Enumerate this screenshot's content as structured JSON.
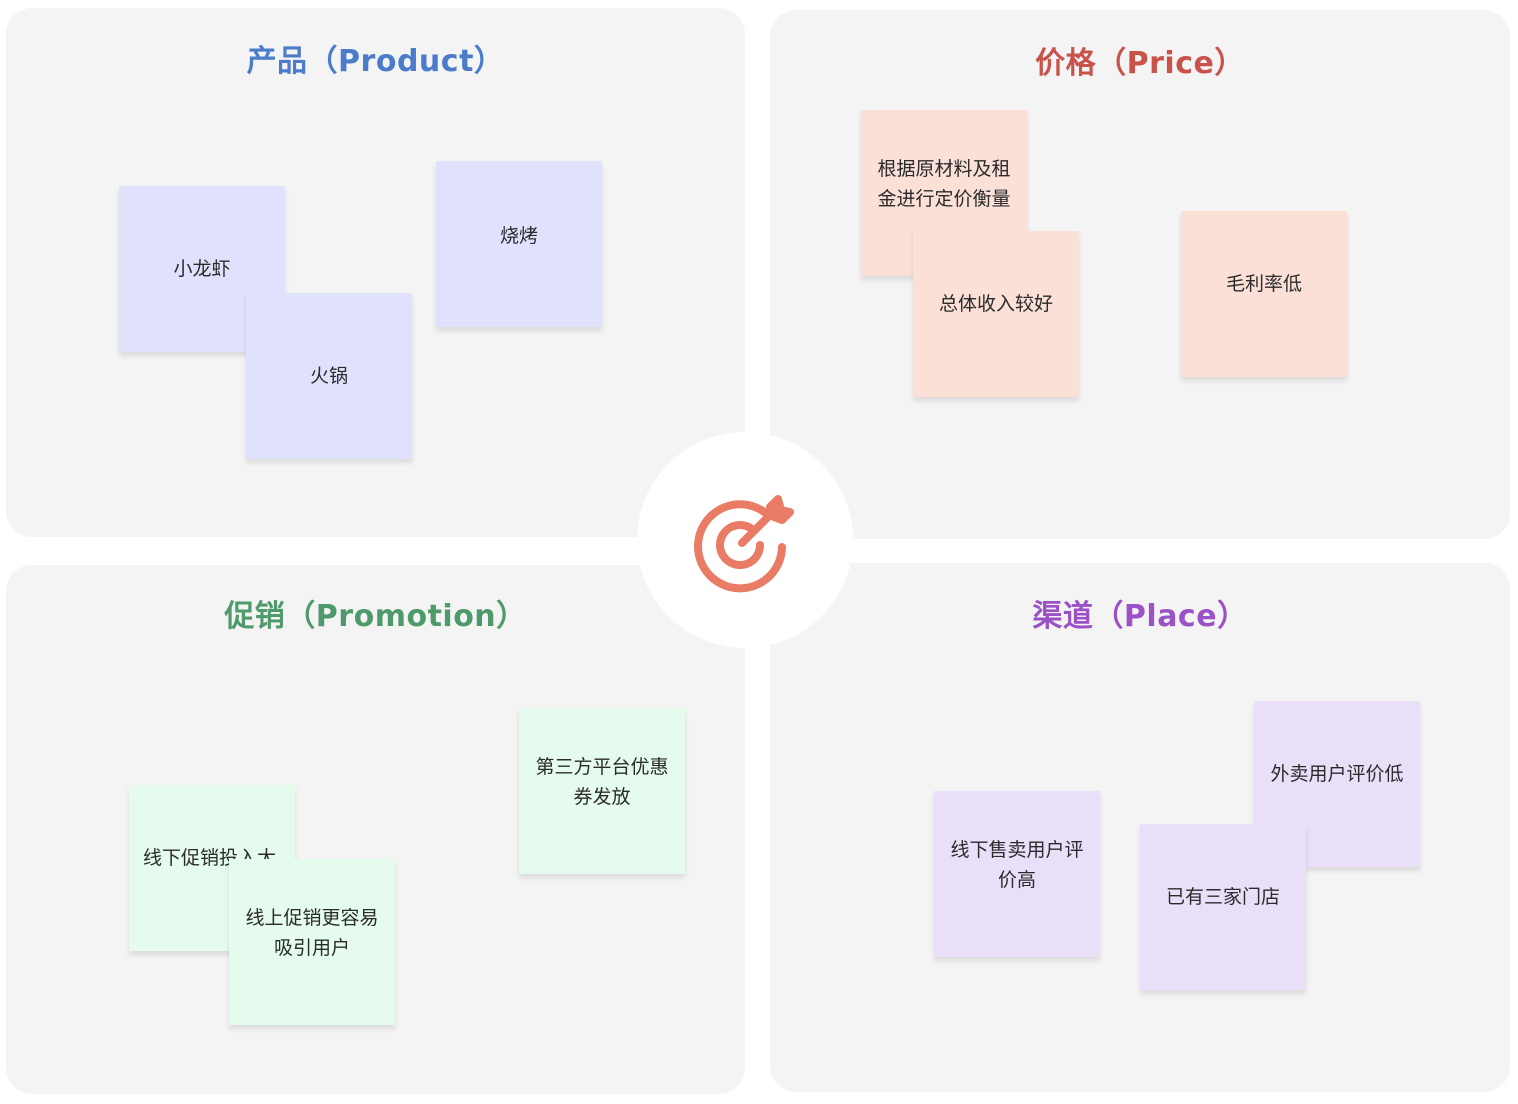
{
  "colors": {
    "quadrant_bg": "#f4f4f4",
    "product_title": "#4a7cc9",
    "price_title": "#c9534b",
    "promotion_title": "#4f9a6a",
    "place_title": "#9a52c6",
    "product_note": "#e0e1fd",
    "price_note": "#fbe0d8",
    "promotion_note": "#e5fbee",
    "place_note": "#eadff9",
    "target_icon": "#ea7c66"
  },
  "product": {
    "title": "产品（Product）",
    "notes": [
      "小龙虾",
      "火锅",
      "烧烤"
    ]
  },
  "price": {
    "title": "价格（Price）",
    "notes": [
      "根据原材料及租金进行定价衡量",
      "总体收入较好",
      "毛利率低"
    ]
  },
  "promotion": {
    "title": "促销（Promotion）",
    "notes": [
      "线下促销投入大",
      "线上促销更容易吸引用户",
      "第三方平台优惠券发放"
    ]
  },
  "place": {
    "title": "渠道（Place）",
    "notes": [
      "外卖用户评价低",
      "线下售卖用户评价高",
      "已有三家门店"
    ]
  },
  "center": {
    "icon": "target-icon"
  }
}
